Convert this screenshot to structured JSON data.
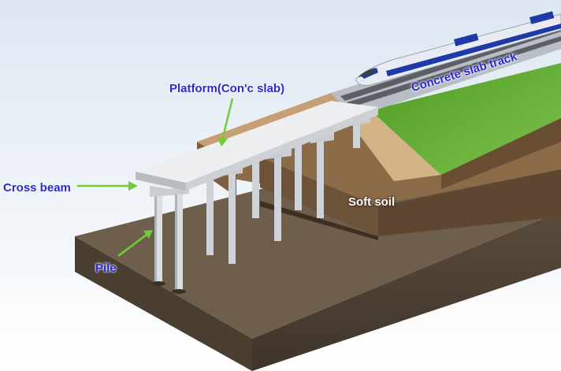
{
  "labels": {
    "platform": "Platform(Con'c slab)",
    "track": "Concrete slab track",
    "cross_beam": "Cross beam",
    "soft_soil": "Soft soil",
    "pile": "Pile"
  },
  "colors": {
    "label_blue": "#2a2ad0",
    "arrow_green": "#6fcf3a",
    "grass": "#5fae2e",
    "soil_dark": "#5a4c3c",
    "soil_mid": "#8a6a48",
    "embankment_sand": "#d2b487",
    "concrete": "#e6e8ea",
    "rail": "#5c5f66",
    "train_body": "#e8ecf2",
    "train_stripe": "#1f3aa8"
  }
}
